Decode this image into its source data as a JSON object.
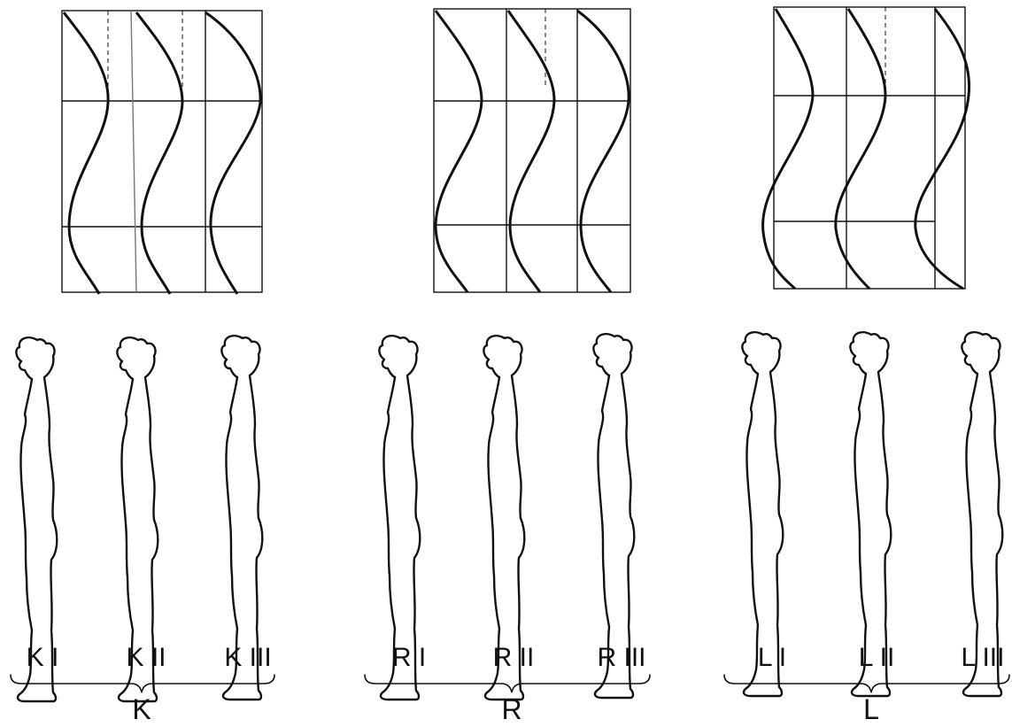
{
  "groups": [
    {
      "id": "k",
      "label": "K",
      "figures": [
        {
          "label": "K I"
        },
        {
          "label": "K II"
        },
        {
          "label": "K III"
        }
      ]
    },
    {
      "id": "r",
      "label": "R",
      "figures": [
        {
          "label": "R I"
        },
        {
          "label": "R II"
        },
        {
          "label": "R III"
        }
      ]
    },
    {
      "id": "l",
      "label": "L",
      "figures": [
        {
          "label": "L I"
        },
        {
          "label": "L II"
        },
        {
          "label": "L III"
        }
      ]
    }
  ],
  "colors": {
    "line": "#111111",
    "background": "#ffffff"
  }
}
